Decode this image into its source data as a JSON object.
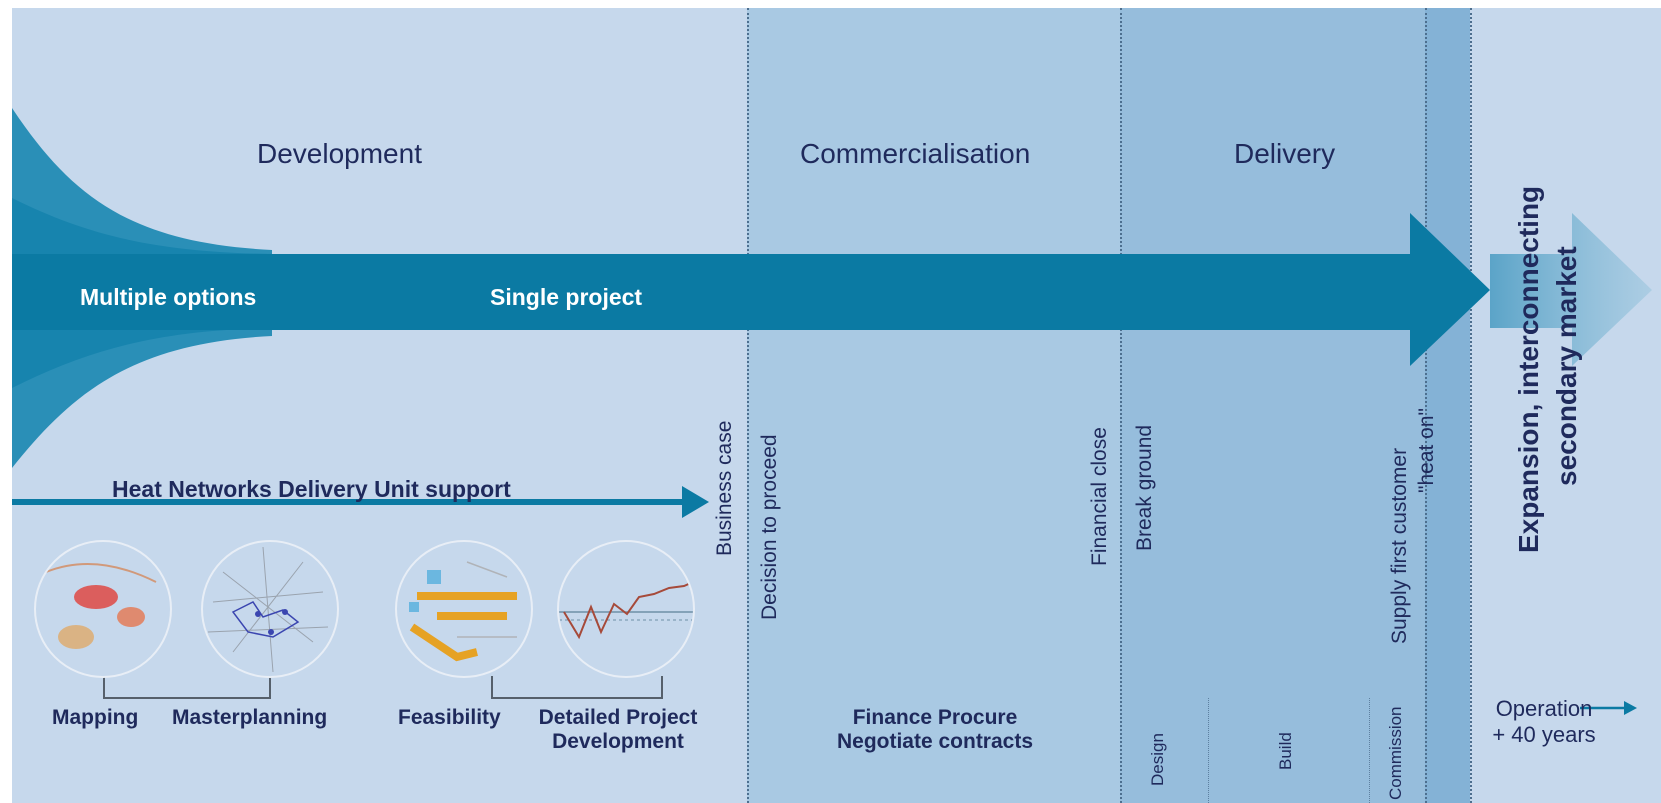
{
  "phases": {
    "development": "Development",
    "commercialisation": "Commercialisation",
    "delivery": "Delivery",
    "expansion_line1": "Expansion, interconnecting",
    "expansion_line2": "secondary market"
  },
  "arrow_labels": {
    "multiple_options": "Multiple options",
    "single_project": "Single project"
  },
  "support": {
    "label": "Heat Networks Delivery Unit support"
  },
  "milestones": {
    "business_case": "Business case",
    "decision": "Decision to proceed",
    "financial_close": "Financial close",
    "break_ground": "Break ground",
    "supply_line1": "Supply first customer",
    "supply_line2": "\"heat on\""
  },
  "development_stages": {
    "mapping": "Mapping",
    "masterplanning": "Masterplanning",
    "feasibility": "Feasibility",
    "detailed_line1": "Detailed Project",
    "detailed_line2": "Development"
  },
  "commercialisation_tasks": {
    "line1": "Finance Procure",
    "line2": "Negotiate contracts"
  },
  "delivery_stages": {
    "design": "Design",
    "build": "Build",
    "commission": "Commission"
  },
  "operation": {
    "line1": "Operation",
    "line2": "+ 40 years"
  },
  "colors": {
    "arrow": "#0b7aa3",
    "text": "#1f2a5c"
  }
}
